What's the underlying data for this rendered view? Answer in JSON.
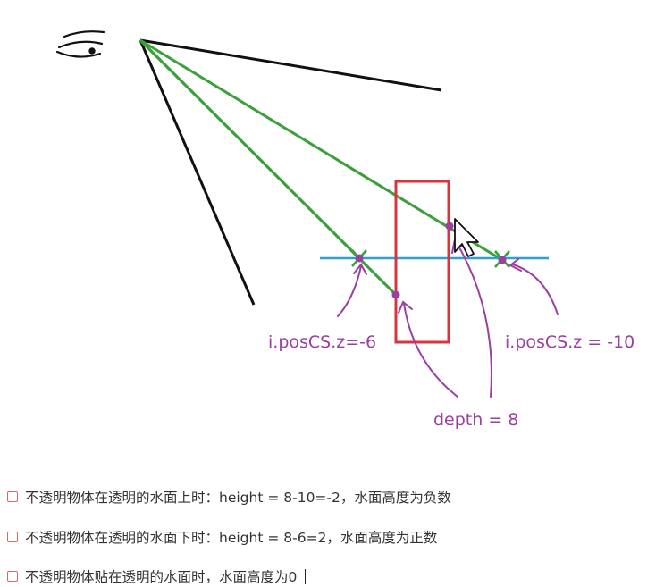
{
  "diagram": {
    "labels": {
      "near_z": "i.posCS.z=-6",
      "far_z": "i.posCS.z = -10",
      "depth": "depth = 8"
    },
    "colors": {
      "frustum": "#111111",
      "rays": "#3aa03a",
      "water": "#2e9fd8",
      "object": "#d8343b",
      "annotation": "#9b3fa3"
    }
  },
  "checklist": [
    {
      "text": "不透明物体在透明的水面上时：height = 8-10=-2，水面高度为负数",
      "checked": false
    },
    {
      "text": "不透明物体在透明的水面下时：height = 8-6=2，水面高度为正数",
      "checked": false
    },
    {
      "text": "不透明物体贴在透明的水面时，水面高度为0",
      "checked": false
    }
  ]
}
